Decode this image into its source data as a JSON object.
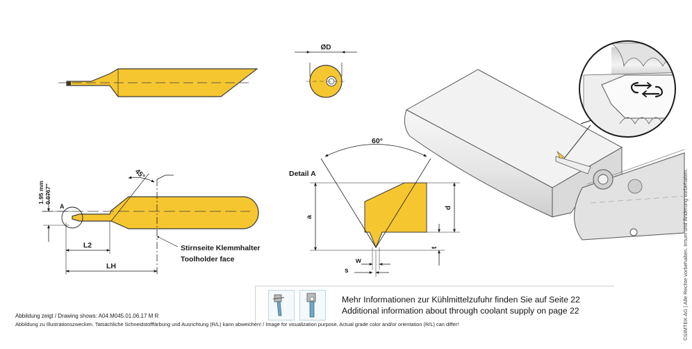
{
  "labels": {
    "dia_d": "ØD",
    "dim_a": "A",
    "dim_195": "1.95 mm",
    "dim_0767": "0.0767\"",
    "angle_45": "45°",
    "l2": "L2",
    "lh": "LH",
    "face_de": "Stirnseite Klemmhalter",
    "face_en": "Toolholder face",
    "detail_a": "Detail A",
    "angle_60": "60°",
    "a": "a",
    "d": "d",
    "t": "t",
    "w": "w",
    "s": "s"
  },
  "caption": "Abbildung zeigt / Drawing shows: A04.M045.01.06.17 M R",
  "disclaimer": "Abbildung zu Illustrationszwecken. Tatsächliche Schneidstofffärbung und Ausrichtung (R/L) kann abweichen! / Image for visualization purpose. Actual grade color and/or orientation (R/L) can differ!",
  "coolant": {
    "line_de": "Mehr Informationen zur Kühlmittelzufuhr finden Sie auf Seite 22",
    "line_en": "Additional information about through coolant supply on page 22"
  },
  "copyright": "©SIMTEK AG | Alle Rechte vorbehalten. Irrtum und Änderung vorbehalten.",
  "colors": {
    "tool_yellow": "#f6c631",
    "tool_outline": "#3a3a3a",
    "holder_gray": "#e9e9e9",
    "line": "#1a1a1a"
  },
  "icons": [
    "rotate-arrows-icon",
    "coolant-tool-icon"
  ]
}
